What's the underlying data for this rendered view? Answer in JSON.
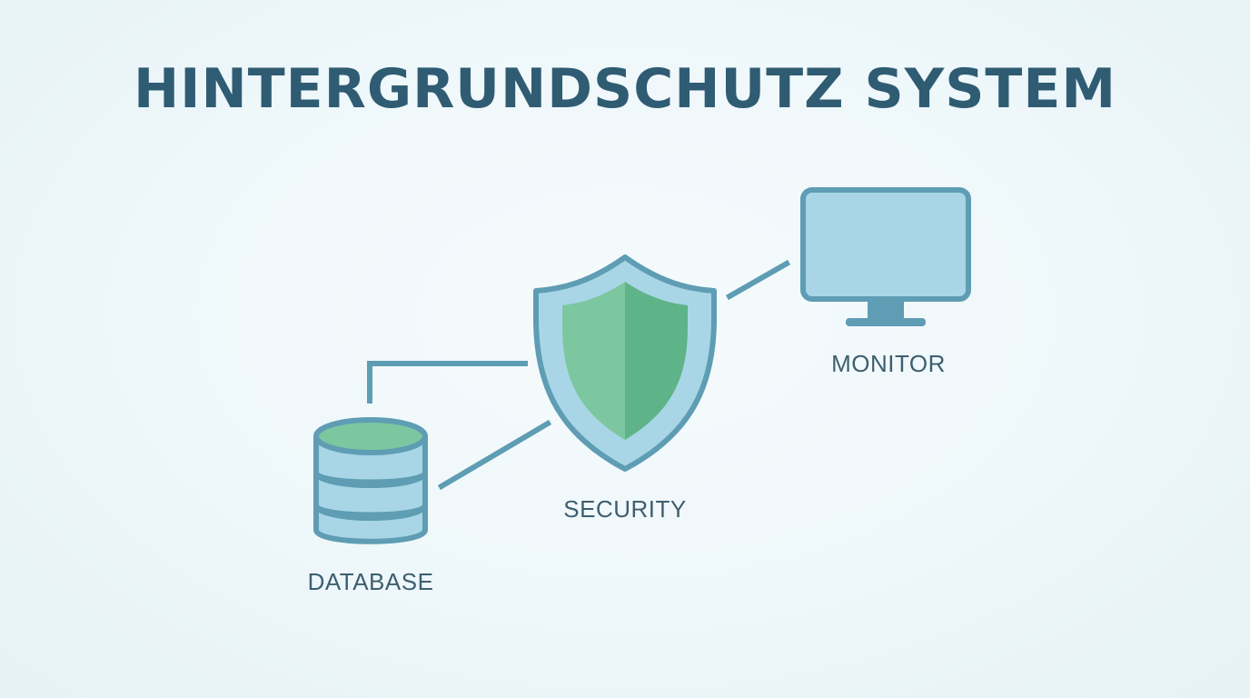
{
  "title": "HINTERGRUNDSCHUTZ SYSTEM",
  "nodes": {
    "security": {
      "label": "SECURITY",
      "icon": "shield-icon"
    },
    "monitor": {
      "label": "MONITOR",
      "icon": "monitor-icon"
    },
    "database": {
      "label": "DATABASE",
      "icon": "database-icon"
    }
  },
  "connections": [
    {
      "from": "database",
      "to": "security"
    },
    {
      "from": "database",
      "to": "security"
    },
    {
      "from": "security",
      "to": "monitor"
    }
  ],
  "colors": {
    "title": "#2f5c73",
    "label": "#3d5f70",
    "stroke": "#5e9db3",
    "fill_light": "#a8d6e6",
    "fill_green": "#6cbf94",
    "fill_green_dark": "#58b083"
  }
}
